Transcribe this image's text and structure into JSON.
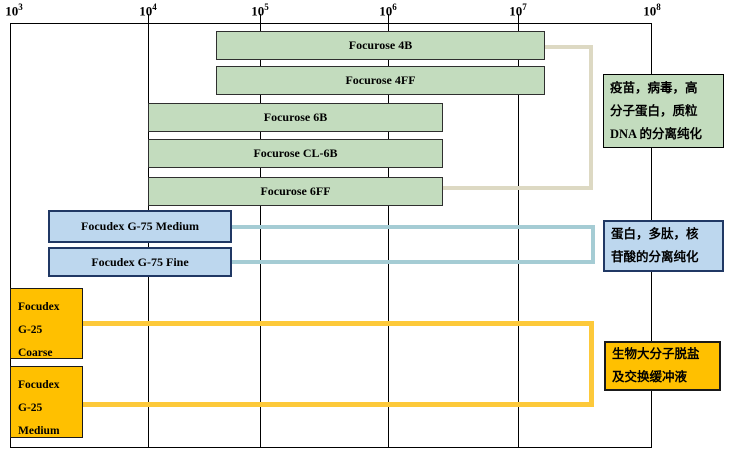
{
  "colors": {
    "bar_green_fill": "#c3dcbe",
    "bar_blue_fill": "#bdd7ee",
    "bar_blue_border": "#203864",
    "bar_yellow_fill": "#ffc000",
    "bracket_beige": "#ddd9c3",
    "bracket_teal": "#a5ccd4",
    "bracket_gold": "#fdc93a"
  },
  "chart_data": {
    "type": "bar",
    "title": "",
    "xlabel": "",
    "ylabel": "",
    "x_scale": "log10 (molecular weight)",
    "x_range_exponents": [
      3,
      8
    ],
    "grid": "vertical-only",
    "axis_ticks": [
      {
        "base": "10",
        "exp": "3"
      },
      {
        "base": "10",
        "exp": "4"
      },
      {
        "base": "10",
        "exp": "5"
      },
      {
        "base": "10",
        "exp": "6"
      },
      {
        "base": "10",
        "exp": "7"
      },
      {
        "base": "10",
        "exp": "8"
      }
    ],
    "products": [
      {
        "label": "Focurose 4B",
        "series_color": "green",
        "log10_range": [
          4.6,
          7.2
        ]
      },
      {
        "label": "Focurose 4FF",
        "series_color": "green",
        "log10_range": [
          4.6,
          7.2
        ]
      },
      {
        "label": "Focurose 6B",
        "series_color": "green",
        "log10_range": [
          4.0,
          6.4
        ]
      },
      {
        "label": "Focurose CL-6B",
        "series_color": "green",
        "log10_range": [
          4.0,
          6.4
        ]
      },
      {
        "label": "Focurose 6FF",
        "series_color": "green",
        "log10_range": [
          4.0,
          6.4
        ]
      },
      {
        "label": "Focudex G-75 Medium",
        "series_color": "blue",
        "log10_range": [
          3.3,
          4.75
        ]
      },
      {
        "label": "Focudex G-75 Fine",
        "series_color": "blue",
        "log10_range": [
          3.3,
          4.75
        ]
      },
      {
        "label": "Focudex G-25 Coarse",
        "series_color": "yellow",
        "log10_range": [
          3.0,
          3.55
        ],
        "label_lines": [
          "Focudex",
          "G-25",
          "Coarse"
        ]
      },
      {
        "label": "Focudex G-25 Medium",
        "series_color": "yellow",
        "log10_range": [
          3.0,
          3.55
        ],
        "label_lines": [
          "Focudex",
          "G-25",
          "Medium"
        ]
      }
    ],
    "annotations": [
      {
        "applies_to": "Focurose series",
        "lines": [
          "疫苗，病毒，高",
          "分子蛋白，质粒",
          "DNA 的分离纯化"
        ]
      },
      {
        "applies_to": "Focudex G-75 series",
        "lines": [
          "蛋白，多肽，核",
          "苷酸的分离纯化"
        ]
      },
      {
        "applies_to": "Focudex G-25 series",
        "lines": [
          "生物大分子脱盐",
          "及交换缓冲液"
        ]
      }
    ]
  }
}
